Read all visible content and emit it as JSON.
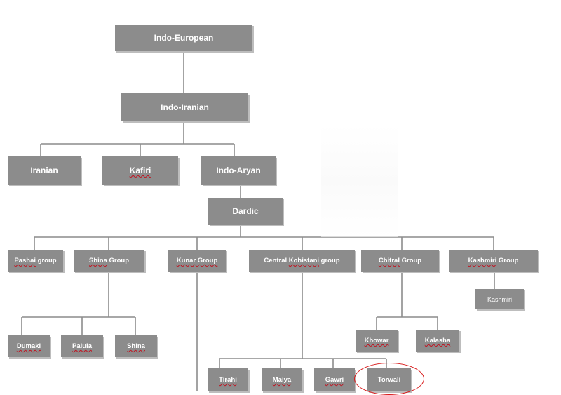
{
  "nodes": {
    "indo_european": "Indo-European",
    "indo_iranian": "Indo-Iranian",
    "iranian": "Iranian",
    "kafiri": "Kafiri",
    "indo_aryan": "Indo-Aryan",
    "dardic": "Dardic",
    "pashai": {
      "name": "Pashai",
      "suffix": " group"
    },
    "shina_group": {
      "name": "Shina",
      "suffix": " Group"
    },
    "kunar_group": "Kunar Group",
    "central_kohistani": {
      "prefix": "Central ",
      "name": "Kohistani",
      "suffix": " group"
    },
    "chitral_group": {
      "name": "Chitral",
      "suffix": " Group"
    },
    "kashmiri_group": {
      "name": "Kashmiri",
      "suffix": " Group"
    },
    "kashmiri": "Kashmiri",
    "dumaki": "Dumaki",
    "palula": "Palula",
    "shina": "Shina",
    "khowar": "Khowar",
    "kalasha": "Kalasha",
    "tirahi": "Tirahi",
    "maiya": "Maiya",
    "gawri": "Gawri",
    "torwali": "Torwali"
  },
  "colors": {
    "node_fill": "#8c8c8c",
    "node_text": "#ffffff",
    "connector": "#8c8c8c",
    "highlight": "#d81b1b",
    "spellcheck": "#c0111f"
  }
}
